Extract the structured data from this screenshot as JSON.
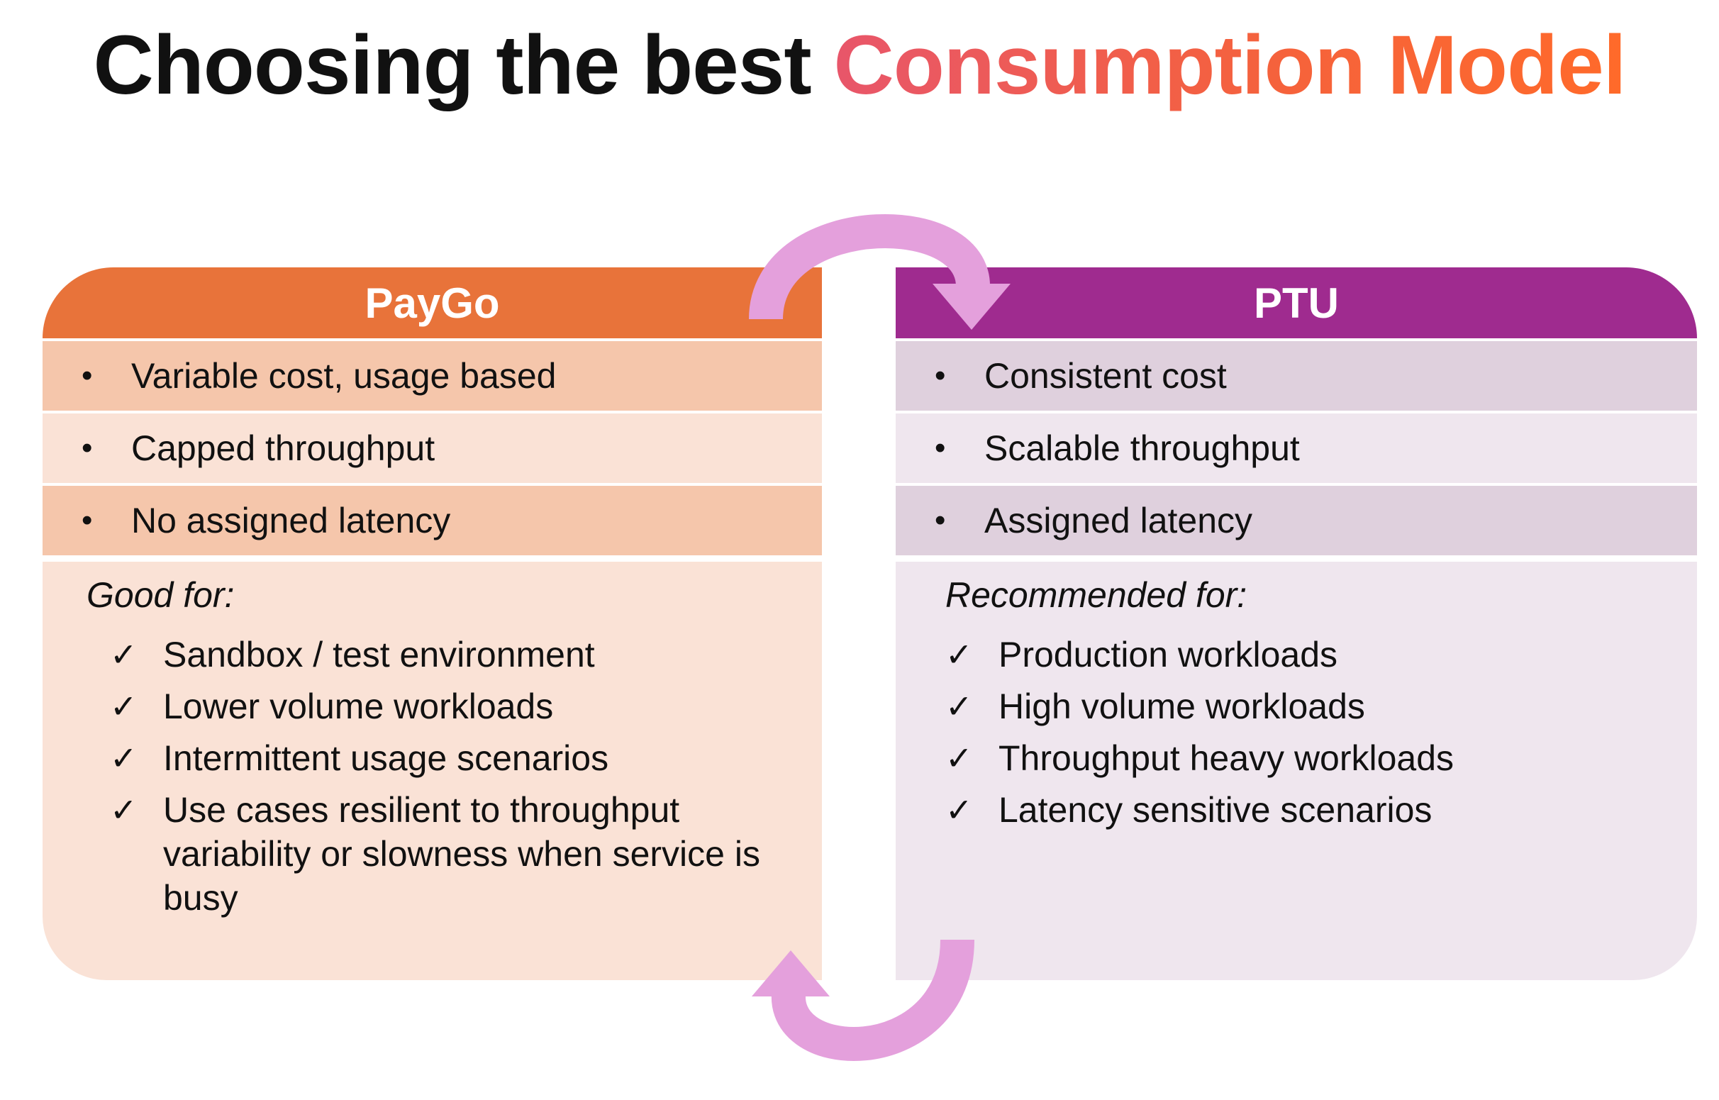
{
  "title": {
    "prefix": "Choosing the best",
    "accent": "Consumption Model"
  },
  "colors": {
    "paygo_header": "#e8733a",
    "paygo_row_dark": "#f5c6ab",
    "paygo_row_light": "#fae2d6",
    "ptu_header": "#9f2b8f",
    "ptu_row_dark": "#dfd0dd",
    "ptu_row_light": "#efe6ee",
    "arrow": "#e4a0dc"
  },
  "paygo": {
    "header": "PayGo",
    "features": [
      "Variable cost, usage based",
      "Capped throughput",
      "No assigned latency"
    ],
    "goodfor_label": "Good for:",
    "items": [
      "Sandbox / test environment",
      "Lower volume workloads",
      "Intermittent usage scenarios",
      "Use cases resilient to throughput variability or slowness when service is busy"
    ]
  },
  "ptu": {
    "header": "PTU",
    "features": [
      "Consistent cost",
      "Scalable throughput",
      "Assigned latency"
    ],
    "goodfor_label": "Recommended for:",
    "items": [
      "Production workloads",
      "High volume workloads",
      "Throughput heavy workloads",
      "Latency sensitive scenarios"
    ]
  },
  "symbols": {
    "bullet": "•",
    "check": "✓"
  }
}
